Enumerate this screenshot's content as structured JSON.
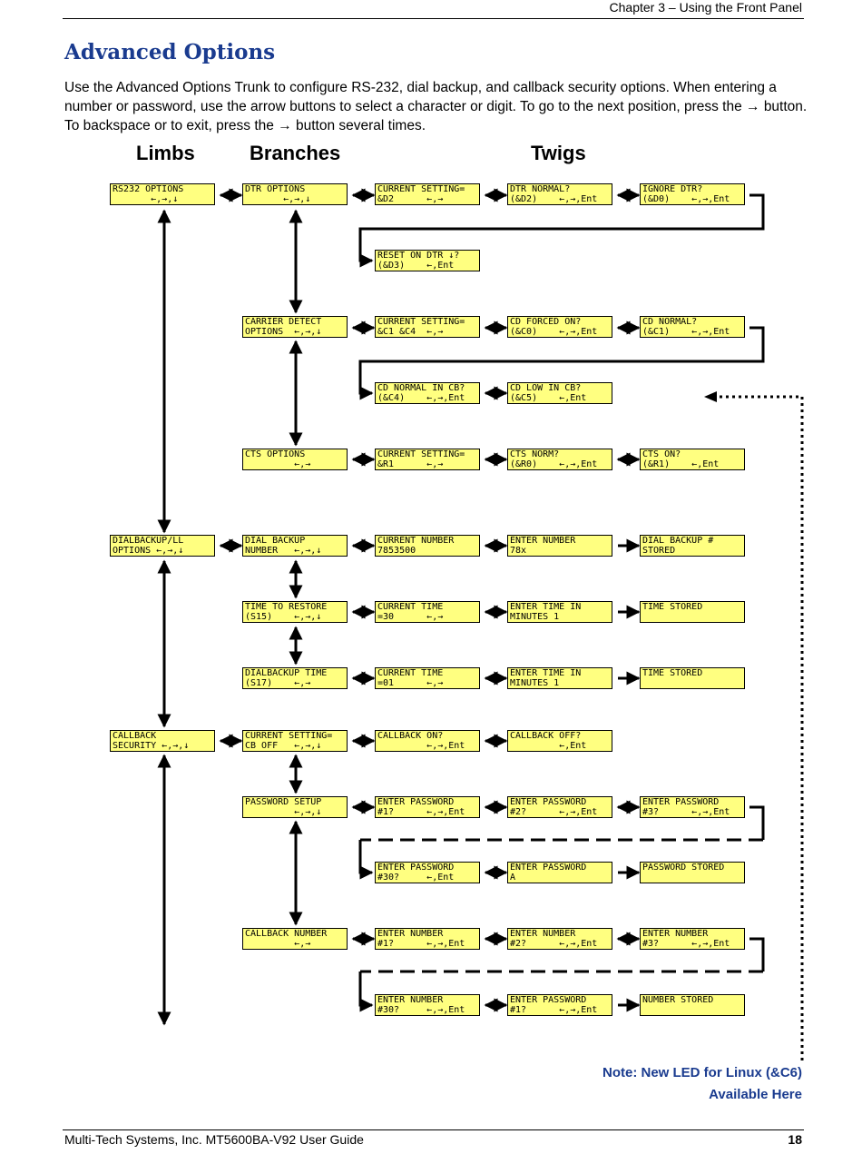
{
  "header": {
    "chapter": "Chapter 3 – Using the Front Panel"
  },
  "title": "Advanced Options",
  "intro": "Use the Advanced Options Trunk to configure RS-232, dial backup, and callback security options. When entering a number or password, use the arrow buttons to select a character or digit. To go to the next position, press the → button. To backspace or to exit, press the → button several times.",
  "columns": {
    "limbs": "Limbs",
    "branches": "Branches",
    "twigs": "Twigs"
  },
  "boxes": {
    "rs232": [
      "RS232 OPTIONS",
      "       ←,→,↓"
    ],
    "dtr": [
      "DTR OPTIONS",
      "       ←,→,↓"
    ],
    "dtr_cur": [
      "CURRENT SETTING=",
      "&D2      ←,→"
    ],
    "dtr_norm": [
      "DTR NORMAL?",
      "(&D2)    ←,→,Ent"
    ],
    "dtr_ign": [
      "IGNORE DTR?",
      "(&D0)    ←,→,Ent"
    ],
    "dtr_reset": [
      "RESET ON DTR ↓?",
      "(&D3)    ←,Ent"
    ],
    "cd": [
      "CARRIER DETECT",
      "OPTIONS  ←,→,↓"
    ],
    "cd_cur": [
      "CURRENT SETTING=",
      "&C1 &C4  ←,→"
    ],
    "cd_forced": [
      "CD FORCED ON?",
      "(&C0)    ←,→,Ent"
    ],
    "cd_norm": [
      "CD NORMAL?",
      "(&C1)    ←,→,Ent"
    ],
    "cd_cb": [
      "CD NORMAL IN CB?",
      "(&C4)    ←,→,Ent"
    ],
    "cd_low": [
      "CD LOW IN CB?",
      "(&C5)    ←,Ent"
    ],
    "cts": [
      "CTS OPTIONS",
      "         ←,→"
    ],
    "cts_cur": [
      "CURRENT SETTING=",
      "&R1      ←,→"
    ],
    "cts_norm": [
      "CTS NORM?",
      "(&R0)    ←,→,Ent"
    ],
    "cts_on": [
      "CTS ON?",
      "(&R1)    ←,Ent"
    ],
    "dial": [
      "DIALBACKUP/LL",
      "OPTIONS ←,→,↓"
    ],
    "dbn": [
      "DIAL BACKUP",
      "NUMBER   ←,→,↓"
    ],
    "dbn_cur": [
      "CURRENT NUMBER",
      "7853500"
    ],
    "dbn_enter": [
      "ENTER NUMBER",
      "78x"
    ],
    "dbn_stored": [
      "DIAL BACKUP #",
      "STORED"
    ],
    "ttr": [
      "TIME TO RESTORE",
      "(S15)    ←,→,↓"
    ],
    "ttr_cur": [
      "CURRENT TIME",
      "=30      ←,→"
    ],
    "ttr_enter": [
      "ENTER TIME IN",
      "MINUTES 1"
    ],
    "ttr_stored": [
      "TIME STORED",
      ""
    ],
    "dbt": [
      "DIALBACKUP TIME",
      "(S17)    ←,→"
    ],
    "dbt_cur": [
      "CURRENT TIME",
      "=01      ←,→"
    ],
    "dbt_enter": [
      "ENTER TIME IN",
      "MINUTES 1"
    ],
    "dbt_stored": [
      "TIME STORED",
      ""
    ],
    "cbsec": [
      "CALLBACK",
      "SECURITY ←,→,↓"
    ],
    "cb_cur": [
      "CURRENT SETTING=",
      "CB OFF   ←,→,↓"
    ],
    "cb_on": [
      "CALLBACK ON?",
      "         ←,→,Ent"
    ],
    "cb_off": [
      "CALLBACK OFF?",
      "         ←,Ent"
    ],
    "pw": [
      "PASSWORD SETUP",
      "         ←,→,↓"
    ],
    "pw1": [
      "ENTER PASSWORD",
      "#1?      ←,→,Ent"
    ],
    "pw2": [
      "ENTER PASSWORD",
      "#2?      ←,→,Ent"
    ],
    "pw3": [
      "ENTER PASSWORD",
      "#3?      ←,→,Ent"
    ],
    "pw30": [
      "ENTER PASSWORD",
      "#30?     ←,Ent"
    ],
    "pwA": [
      "ENTER PASSWORD",
      "A"
    ],
    "pw_stored": [
      "PASSWORD STORED",
      ""
    ],
    "cbn": [
      "CALLBACK NUMBER",
      "         ←,→"
    ],
    "cbn1": [
      "ENTER NUMBER",
      "#1?      ←,→,Ent"
    ],
    "cbn2": [
      "ENTER NUMBER",
      "#2?      ←,→,Ent"
    ],
    "cbn3": [
      "ENTER NUMBER",
      "#3?      ←,→,Ent"
    ],
    "cbn30": [
      "ENTER NUMBER",
      "#30?     ←,→,Ent"
    ],
    "cbnp1": [
      "ENTER PASSWORD",
      "#1?      ←,→,Ent"
    ],
    "cbn_stored": [
      "NUMBER STORED",
      ""
    ]
  },
  "note": {
    "line1": "Note: New LED for Linux (&C6)",
    "line2": "Available Here"
  },
  "footer": {
    "left": "Multi-Tech Systems, Inc. MT5600BA-V92 User Guide",
    "page": "18"
  }
}
